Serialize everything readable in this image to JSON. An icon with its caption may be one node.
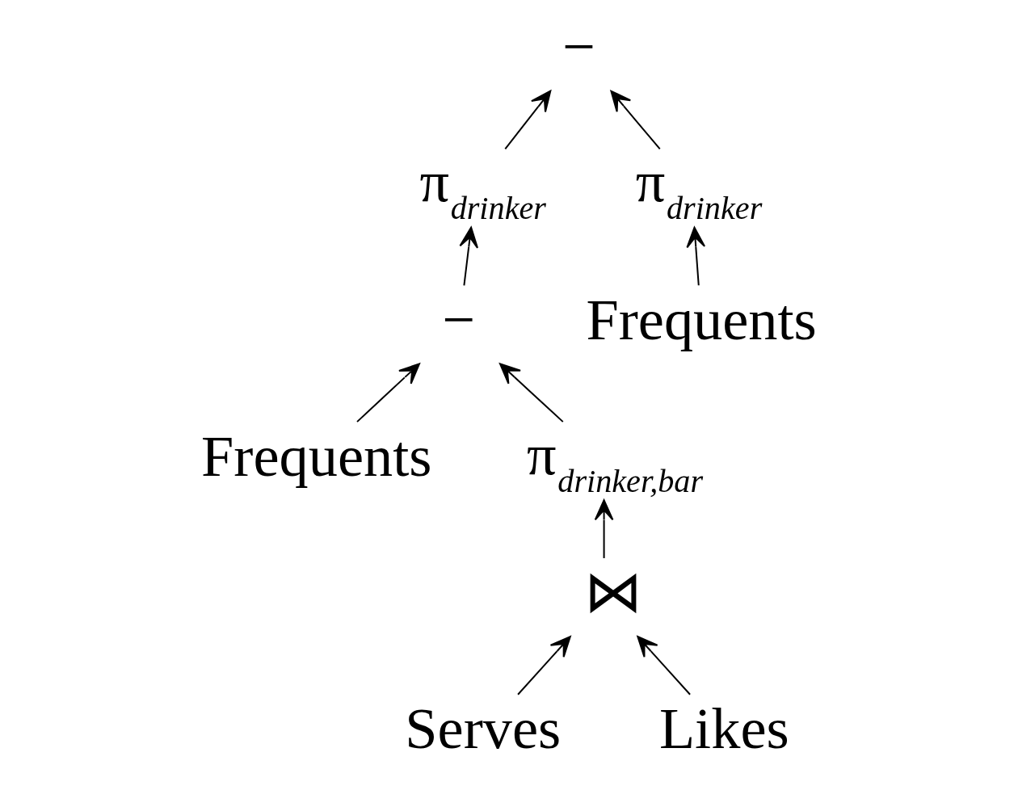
{
  "diagram": {
    "nodes": [
      {
        "text": [
          "−"
        ]
      },
      {
        "text": [
          "π$_{drinker}$"
        ]
      },
      {
        "text": [
          "π$_{drinker}$"
        ]
      },
      {
        "text": [
          "−"
        ]
      },
      {
        "text": [
          "Frequents"
        ]
      },
      {
        "text": [
          "Frequents"
        ]
      },
      {
        "text": [
          "π$_{drinker,bar}$"
        ]
      },
      {
        "text": [
          "⋈"
        ]
      },
      {
        "text": [
          "Serves"
        ]
      },
      {
        "text": [
          "Likes"
        ]
      }
    ],
    "edges": [
      {
        "from": 4,
        "to": 2,
        "arrow": "to"
      },
      {
        "from": 2,
        "to": 0,
        "arrow": "to"
      },
      {
        "from": 1,
        "to": 0,
        "arrow": "to"
      },
      {
        "from": 3,
        "to": 1,
        "arrow": "to"
      },
      {
        "from": 5,
        "to": 3,
        "arrow": "to"
      },
      {
        "from": 6,
        "to": 3,
        "arrow": "to"
      },
      {
        "from": 7,
        "to": 6,
        "arrow": "to"
      },
      {
        "from": 8,
        "to": 7,
        "arrow": "to"
      },
      {
        "from": 9,
        "to": 7,
        "arrow": "to"
      }
    ]
  }
}
